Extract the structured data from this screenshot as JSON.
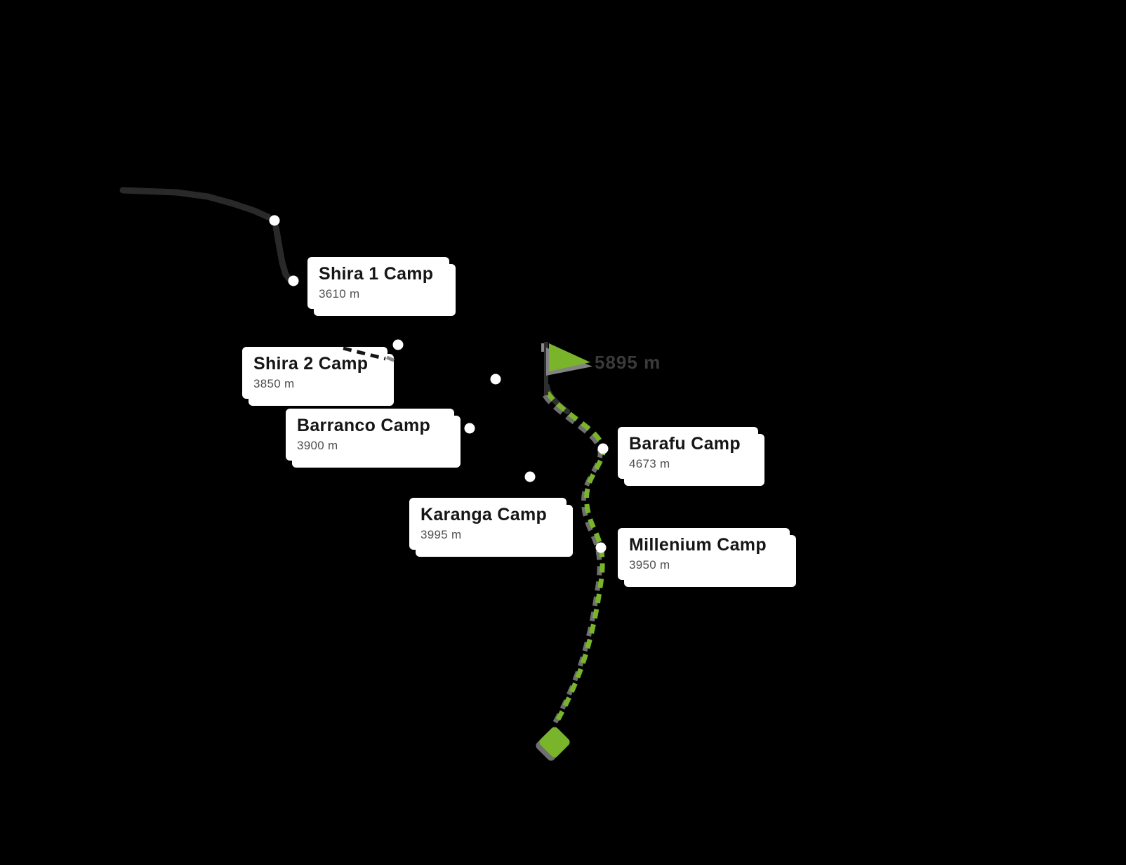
{
  "map": {
    "summit": {
      "elevation_label": "5895 m"
    },
    "camps": [
      {
        "name": "Shira 1 Camp",
        "elevation": "3610 m"
      },
      {
        "name": "Shira 2 Camp",
        "elevation": "3850 m"
      },
      {
        "name": "Barranco Camp",
        "elevation": "3900 m"
      },
      {
        "name": "Karanga Camp",
        "elevation": "3995 m"
      },
      {
        "name": "Barafu Camp",
        "elevation": "4673 m"
      },
      {
        "name": "Millenium Camp",
        "elevation": "3950 m"
      }
    ],
    "icons": {
      "summit_flag": "flag-icon",
      "finish_marker": "diamond-icon",
      "waypoint": "dot-icon"
    },
    "colors": {
      "background": "#000000",
      "route_green": "#79b42a",
      "route_shadow_gray": "#6f6f6f",
      "trail_dark": "#2a2a2a",
      "label_background": "#ffffff",
      "label_title": "#161616",
      "label_elevation": "#4f4f4f",
      "summit_text": "#3a3a3a",
      "waypoint_dot": "#ffffff"
    }
  }
}
